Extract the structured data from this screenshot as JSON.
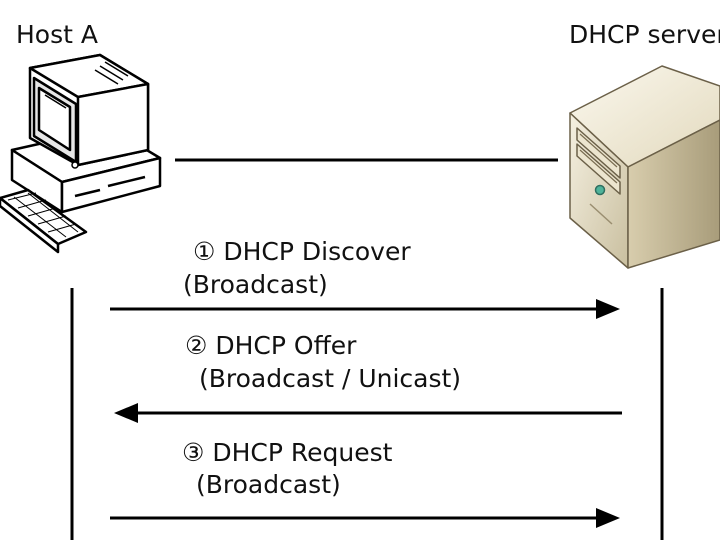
{
  "host": {
    "title": "Host A"
  },
  "server": {
    "title": "DHCP server"
  },
  "messages": [
    {
      "step": "①",
      "name": "DHCP Discover",
      "mode": "(Broadcast)",
      "direction": "to-server"
    },
    {
      "step": "②",
      "name": "DHCP Offer",
      "mode": "(Broadcast / Unicast)",
      "direction": "to-host"
    },
    {
      "step": "③",
      "name": "DHCP Request",
      "mode": "(Broadcast)",
      "direction": "to-server"
    }
  ],
  "icons": {
    "host": "desktop-computer-icon",
    "server": "tower-server-icon"
  }
}
